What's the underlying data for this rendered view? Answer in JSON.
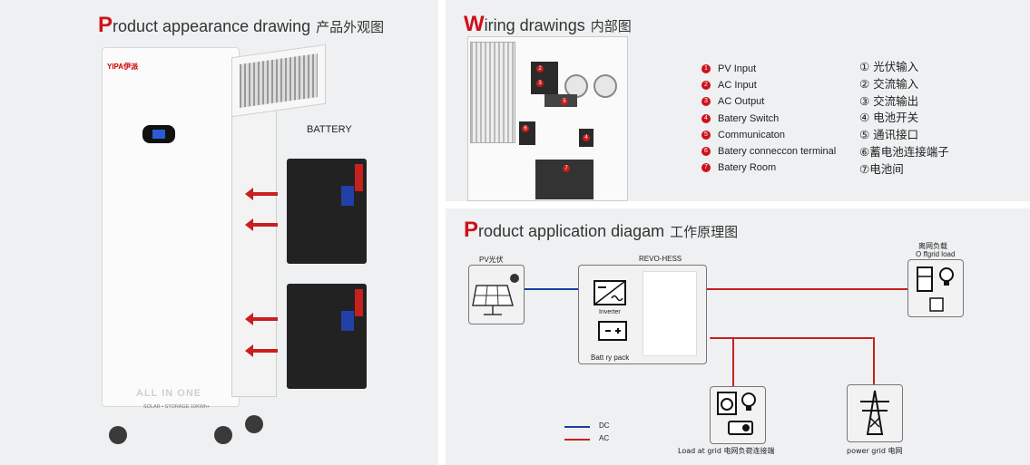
{
  "appearance": {
    "title_initial": "P",
    "title_rest": "roduct appearance drawing",
    "title_cn": "产品外观图",
    "logo": "YIPA伊派",
    "battery_label": "BATTERY",
    "brand_line1": "ALL IN ONE",
    "brand_line2": "SOLAR • STORAGE 10KWh+"
  },
  "wiring": {
    "title_initial": "W",
    "title_rest": "iring drawings",
    "title_cn": "内部图",
    "items_en": [
      "PV Input",
      "AC Input",
      "AC Output",
      "Batery Switch",
      "Communicaton",
      "Batery conneccon terminal",
      "Batery Room"
    ],
    "items_cn": [
      "① 光伏输入",
      "② 交流输入",
      "③ 交流输出",
      "④ 电池开关",
      "⑤ 通讯接口",
      "⑥蓄电池连接端子",
      "⑦电池间"
    ],
    "markers": [
      "1",
      "2",
      "3",
      "4",
      "5",
      "6",
      "7"
    ]
  },
  "application": {
    "title_initial": "P",
    "title_rest": "roduct application diagam",
    "title_cn": "工作原理图",
    "pv_label": "PV光伏",
    "hess_label": "REVO-HESS",
    "inverter_label": "Inverter",
    "battery_pack_label": "Batt ry pack",
    "offgrid_label_cn": "离网负载",
    "offgrid_label_en": "O ffgrid load",
    "load_grid_label": "Load at grid 电网负荷连接端",
    "power_grid_label": "power grid 电网",
    "legend": [
      {
        "label": "DC",
        "color": "#1a3fa0"
      },
      {
        "label": "AC",
        "color": "#c81f1f"
      }
    ]
  },
  "colors": {
    "accent_red": "#d0101a",
    "dc_blue": "#1a3fa0",
    "ac_red": "#c81f1f"
  },
  "icons": [
    "solar-panel-icon",
    "sun-icon",
    "inverter-icon",
    "battery-icon",
    "fridge-icon",
    "bulb-icon",
    "washer-icon",
    "projector-icon",
    "pylon-icon"
  ]
}
